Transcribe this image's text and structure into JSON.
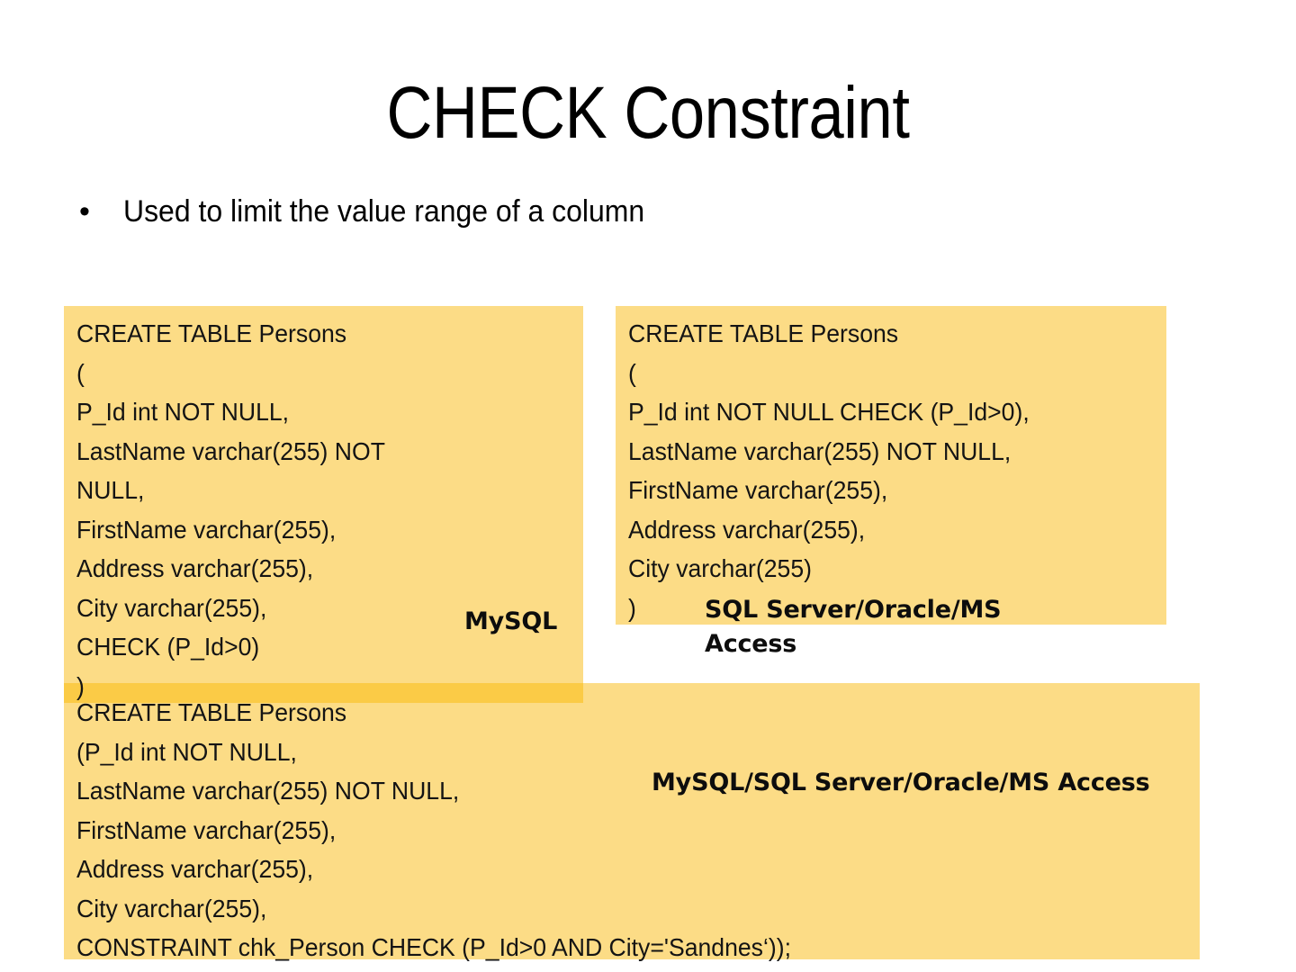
{
  "slide": {
    "title": "CHECK Constraint",
    "bullet_marker": "•",
    "bullet_text": "Used to limit the value range of a column",
    "background_color": "#ffffff",
    "code_box_color": "#FCDC86",
    "code_box_overlap_color": "#FBCB46",
    "text_color": "#000000"
  },
  "code_blocks": {
    "mysql": {
      "label": "MySQL",
      "code": "CREATE TABLE Persons\n(\nP_Id int NOT NULL,\nLastName varchar(255) NOT\nNULL,\nFirstName varchar(255),\nAddress varchar(255),\nCity varchar(255),\nCHECK (P_Id>0)\n)"
    },
    "standard": {
      "label": "SQL Server/Oracle/MS Access",
      "code": "CREATE TABLE Persons\n(\nP_Id int NOT NULL CHECK (P_Id>0),\nLastName varchar(255) NOT NULL,\nFirstName varchar(255),\nAddress varchar(255),\nCity varchar(255)\n)"
    },
    "named_constraint": {
      "label": "MySQL/SQL Server/Oracle/MS Access",
      "code": "CREATE TABLE Persons\n(P_Id int NOT NULL,\nLastName varchar(255) NOT NULL,\nFirstName varchar(255),\nAddress varchar(255),\nCity varchar(255),\nCONSTRAINT chk_Person CHECK (P_Id>0 AND City='Sandnes‘));"
    }
  }
}
